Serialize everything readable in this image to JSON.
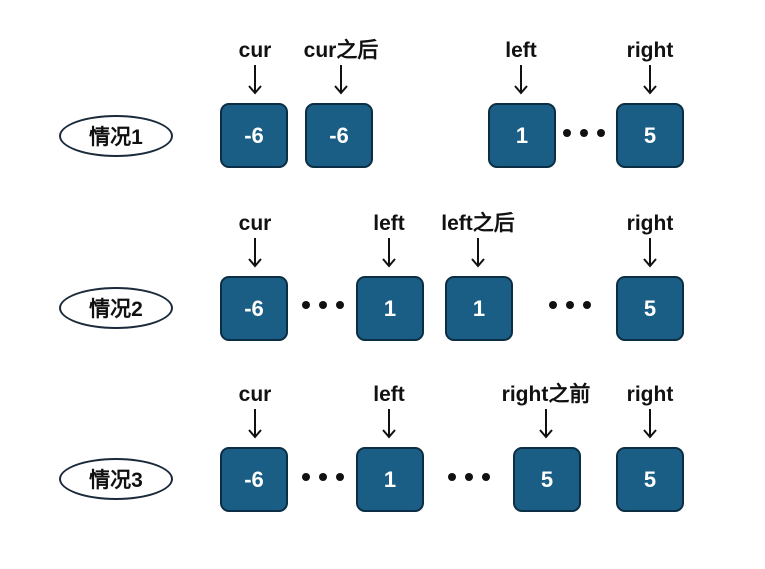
{
  "rows": [
    {
      "label": "情况1",
      "nodes": [
        "-6",
        "-6",
        "1",
        "5"
      ],
      "pointers": [
        "cur",
        "cur之后",
        "left",
        "right"
      ]
    },
    {
      "label": "情况2",
      "nodes": [
        "-6",
        "1",
        "1",
        "5"
      ],
      "pointers": [
        "cur",
        "left",
        "left之后",
        "right"
      ]
    },
    {
      "label": "情况3",
      "nodes": [
        "-6",
        "1",
        "5",
        "5"
      ],
      "pointers": [
        "cur",
        "left",
        "right之前",
        "right"
      ]
    }
  ],
  "colors": {
    "node_fill": "#1b5e85",
    "node_border": "#0c2e44",
    "node_text": "#ffffff",
    "text": "#111111"
  }
}
